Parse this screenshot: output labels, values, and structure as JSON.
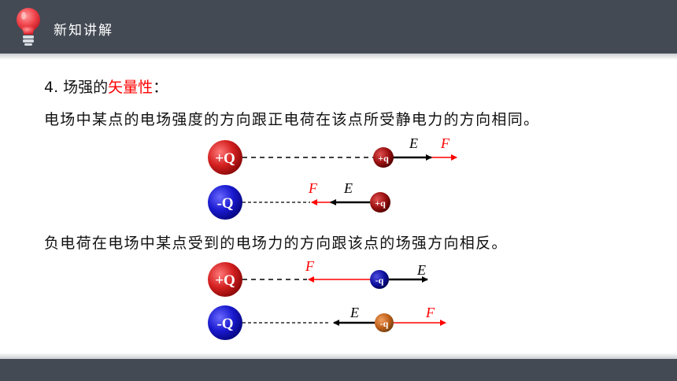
{
  "header": {
    "title": "新知讲解"
  },
  "heading": {
    "prefix": "4. 场强的",
    "highlight": "矢量性",
    "suffix": "："
  },
  "sentence_positive": "电场中某点的电场强度的方向跟正电荷在该点所受静电力的方向相同。",
  "sentence_negative": "负电荷在电场中某点受到的电场力的方向跟该点的场强方向相反。",
  "diagrams": {
    "d1": {
      "source": "+Q",
      "test": "+q",
      "e": "E",
      "f": "F"
    },
    "d2": {
      "source": "-Q",
      "test": "+q",
      "e": "E",
      "f": "F"
    },
    "d3": {
      "source": "+Q",
      "test": "-q",
      "e": "E",
      "f": "F"
    },
    "d4": {
      "source": "-Q",
      "test": "-q",
      "e": "E",
      "f": "F"
    }
  },
  "colors": {
    "header_bg": "#434a54",
    "positive_source": "#d42020",
    "negative_source": "#1a1ad0",
    "positive_test": "#9a1010",
    "negative_test_blue": "#1010a0",
    "negative_test_orange": "#c0601a",
    "force_arrow": "#ff0000",
    "field_arrow": "#000000",
    "highlight": "#ff0000"
  }
}
